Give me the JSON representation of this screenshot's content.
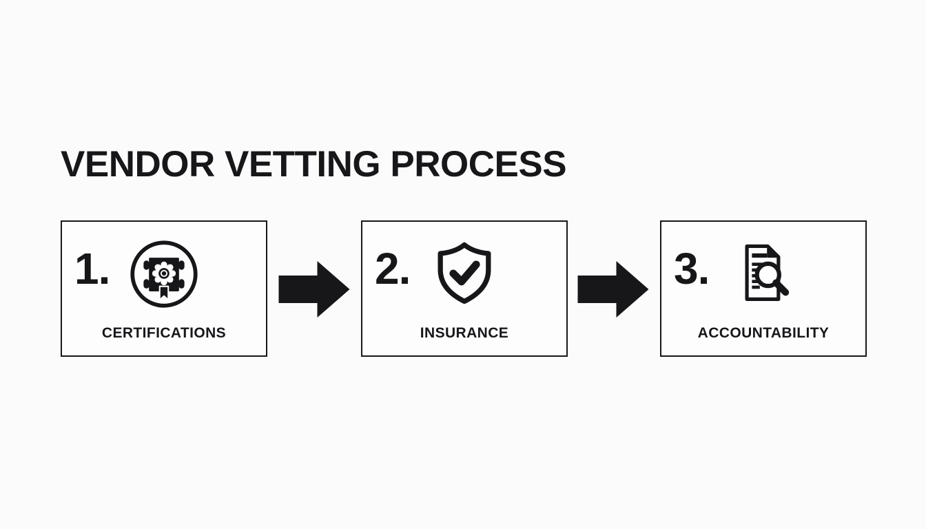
{
  "title": "VENDOR VETTING PROCESS",
  "steps": [
    {
      "number": "1.",
      "label": "CERTIFICATIONS",
      "icon": "certificate-seal-icon"
    },
    {
      "number": "2.",
      "label": "INSURANCE",
      "icon": "shield-check-icon"
    },
    {
      "number": "3.",
      "label": "ACCOUNTABILITY",
      "icon": "document-audit-magnifier-icon"
    }
  ],
  "connectors": [
    {
      "icon": "arrow-right-icon"
    },
    {
      "icon": "arrow-right-icon"
    }
  ],
  "colors": {
    "ink": "#17171a",
    "background": "#fbfbfc",
    "box_background": "#fdfdfe",
    "box_border": "#1a1a1a"
  }
}
